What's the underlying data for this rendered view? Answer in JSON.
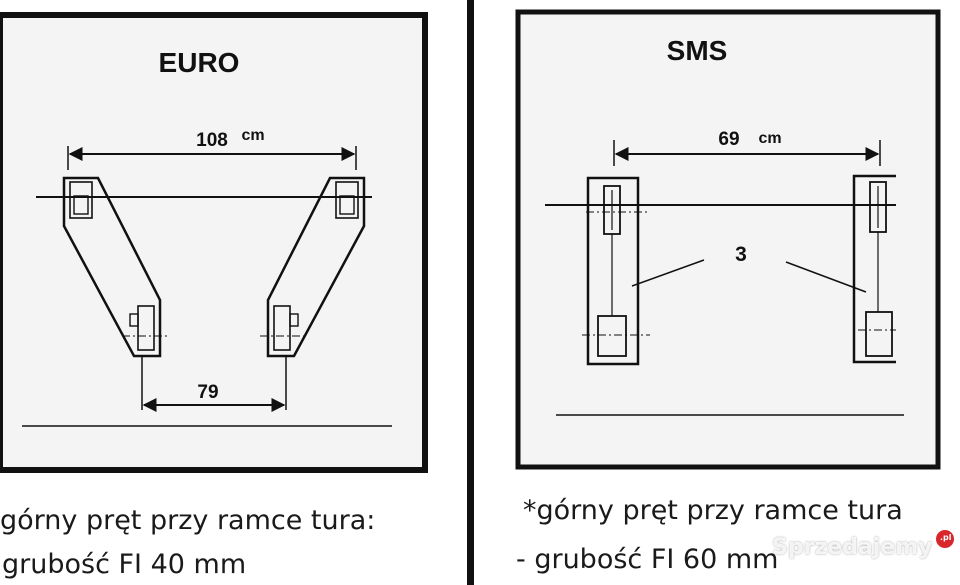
{
  "panels": {
    "euro": {
      "title": "EURO",
      "top_dimension": "108",
      "top_unit": "cm",
      "bottom_dimension": "79"
    },
    "sms": {
      "title": "SMS",
      "top_dimension": "69",
      "top_unit": "cm",
      "callout_number": "3"
    }
  },
  "captions": {
    "left_line_1": "górny pręt przy ramce tura:",
    "left_line_2": "grubość FI 40 mm",
    "right_line_1": "*górny pręt przy ramce tura",
    "right_line_2": "- grubość FI 60 mm"
  },
  "watermark": {
    "brand": "Sprzedajemy",
    "tld": ".pl",
    "brand_color": "#d9262b"
  },
  "colors": {
    "frame": "#111111",
    "panel_background": "#f4f4f4",
    "divider": "#111111"
  }
}
